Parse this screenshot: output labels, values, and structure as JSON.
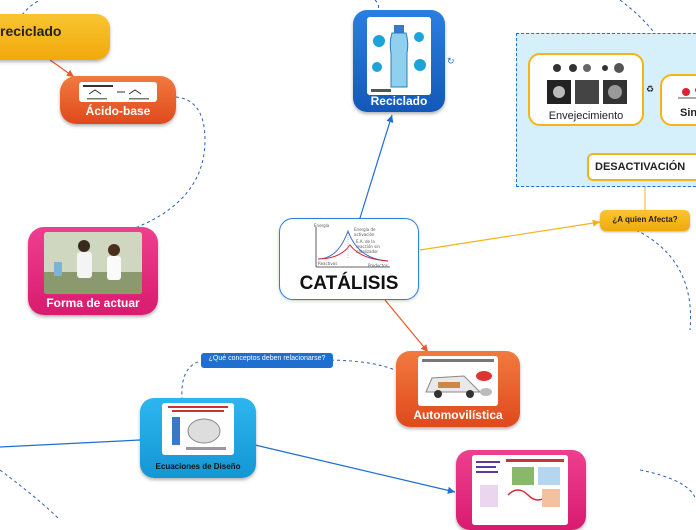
{
  "nodes": {
    "reciclado_top": "reciclado",
    "acido_base": "Ácido-base",
    "forma_actuar": "Forma de actuar",
    "reciclado": "Reciclado",
    "catalisis": "CATÁLISIS",
    "automovilistica": "Automovilística",
    "ecuaciones": "Ecuaciones de Diseño",
    "envejecimiento": "Envejecimiento",
    "sin": "Sin",
    "desactivacion": "DESACTIVACIÓN",
    "quien_afecta": "¿A quien Afecta?",
    "conceptos": "¿Qué conceptos deben relacionarse?"
  },
  "graph_labels": {
    "energia": "Energía",
    "energia_activacion": "Energía de activación",
    "reactivos": "Reactivos",
    "productos": "Productos",
    "sin_catalizador": "E.A. de la reacción sin catalizador"
  },
  "colors": {
    "orange": "#e85a2a",
    "pink": "#e52d7f",
    "blue": "#1e6fd0",
    "gold": "#f5b316",
    "cyan": "#1aa5e0",
    "panel": "#d6f0fb"
  },
  "icons": [
    "refresh-icon",
    "recycle-icon"
  ]
}
